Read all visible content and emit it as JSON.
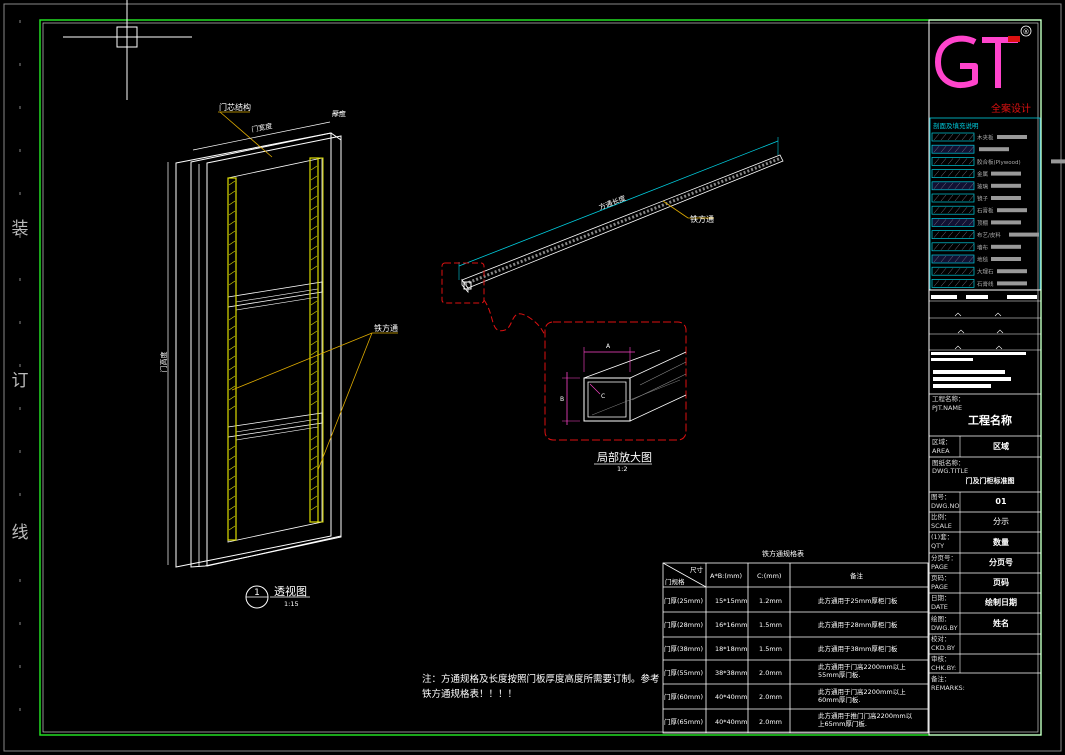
{
  "binding_marks": [
    "装",
    "订",
    "线"
  ],
  "logo": {
    "letters": "GT",
    "registered": "®",
    "brand": "全案设计"
  },
  "legend": {
    "title": "剖面及填充说明",
    "items": [
      "木夹板",
      "",
      "胶合板(Plywood)",
      "金属",
      "玻璃",
      "镜子",
      "石膏板",
      "顶棚",
      "布艺/皮料",
      "墙布",
      "地毯",
      "大理石",
      "石膏线"
    ]
  },
  "door": {
    "core_label": "门芯结构",
    "width_label": "门宽度",
    "thickness_label": "厚度",
    "height_label": "门高度",
    "tube_label": "铁方通",
    "view_title": "透视图",
    "view_no": "1",
    "view_scale": "1:15"
  },
  "rod": {
    "length_label": "方通长度",
    "tube_label": "铁方通"
  },
  "detail": {
    "title": "局部放大图",
    "scale": "1:2",
    "dim_a": "A",
    "dim_b": "B",
    "dim_c": "C"
  },
  "spec_table": {
    "title": "铁方通规格表",
    "corner_top": "尺寸",
    "corner_bottom": "门规格",
    "headers": [
      "A*B:(mm)",
      "C:(mm)",
      "备注"
    ],
    "rows": [
      {
        "spec": "门厚(25mm)",
        "ab": "15*15mm",
        "c": "1.2mm",
        "note": "此方通用于25mm厚柜门板"
      },
      {
        "spec": "门厚(28mm)",
        "ab": "16*16mm",
        "c": "1.5mm",
        "note": "此方通用于28mm厚柜门板"
      },
      {
        "spec": "门厚(38mm)",
        "ab": "18*18mm",
        "c": "1.5mm",
        "note": "此方通用于38mm厚柜门板"
      },
      {
        "spec": "门厚(55mm)",
        "ab": "38*38mm",
        "c": "2.0mm",
        "note": "此方通用于门高2200mm以上55mm厚门板."
      },
      {
        "spec": "门厚(60mm)",
        "ab": "40*40mm",
        "c": "2.0mm",
        "note": "此方通用于门高2200mm以上60mm厚门板."
      },
      {
        "spec": "门厚(65mm)",
        "ab": "40*40mm",
        "c": "2.0mm",
        "note": "此方通用于推门门高2200mm以上65mm厚门板."
      }
    ]
  },
  "note_text": "注：方通规格及长度按照门板厚度高度所需要订制。参考铁方通规格表！！！！",
  "title_block": {
    "project_label": "工程名称：",
    "project_label_en": "PJT.NAME",
    "project_value": "工程名称",
    "area_label": "区域：",
    "area_label_en": "AREA",
    "area_value": "区域",
    "drawing_title_label": "图纸名称：",
    "drawing_title_label_en": "DWG.TITLE",
    "drawing_title_value": "门及门柜标准图",
    "drawing_no_label": "图号：",
    "drawing_no_label_en": "DWG.NO",
    "drawing_no_value": "01",
    "scale_label": "比例：",
    "scale_label_en": "SCALE",
    "scale_value": "分示",
    "qty_label": "(1)套：",
    "qty_label_en": "QTY",
    "qty_value": "数量",
    "page_no_label": "分页号：",
    "page_no_label_en": "PAGE",
    "page_no_value": "分页号",
    "pages_label": "页码：",
    "pages_label_en": "PAGE",
    "pages_value": "页码",
    "date_label": "日期：",
    "date_label_en": "DATE",
    "date_value": "绘制日期",
    "drawn_label": "绘图：",
    "drawn_label_en": "DWG.BY",
    "drawn_value": "姓名",
    "checked_label": "校对：",
    "checked_label_en": "CKD.BY",
    "checked2_label": "审核：",
    "checked2_label_en": "CHK.BY:",
    "remarks_label": "备注：",
    "remarks_label_en": "REMARKS:"
  },
  "colors": {
    "frame_green": "#22dd22",
    "cyan": "#00ccdd",
    "yellow": "#dddd00",
    "red": "#dd1111",
    "orange": "#ddaa00",
    "magenta": "#ff44cc"
  }
}
